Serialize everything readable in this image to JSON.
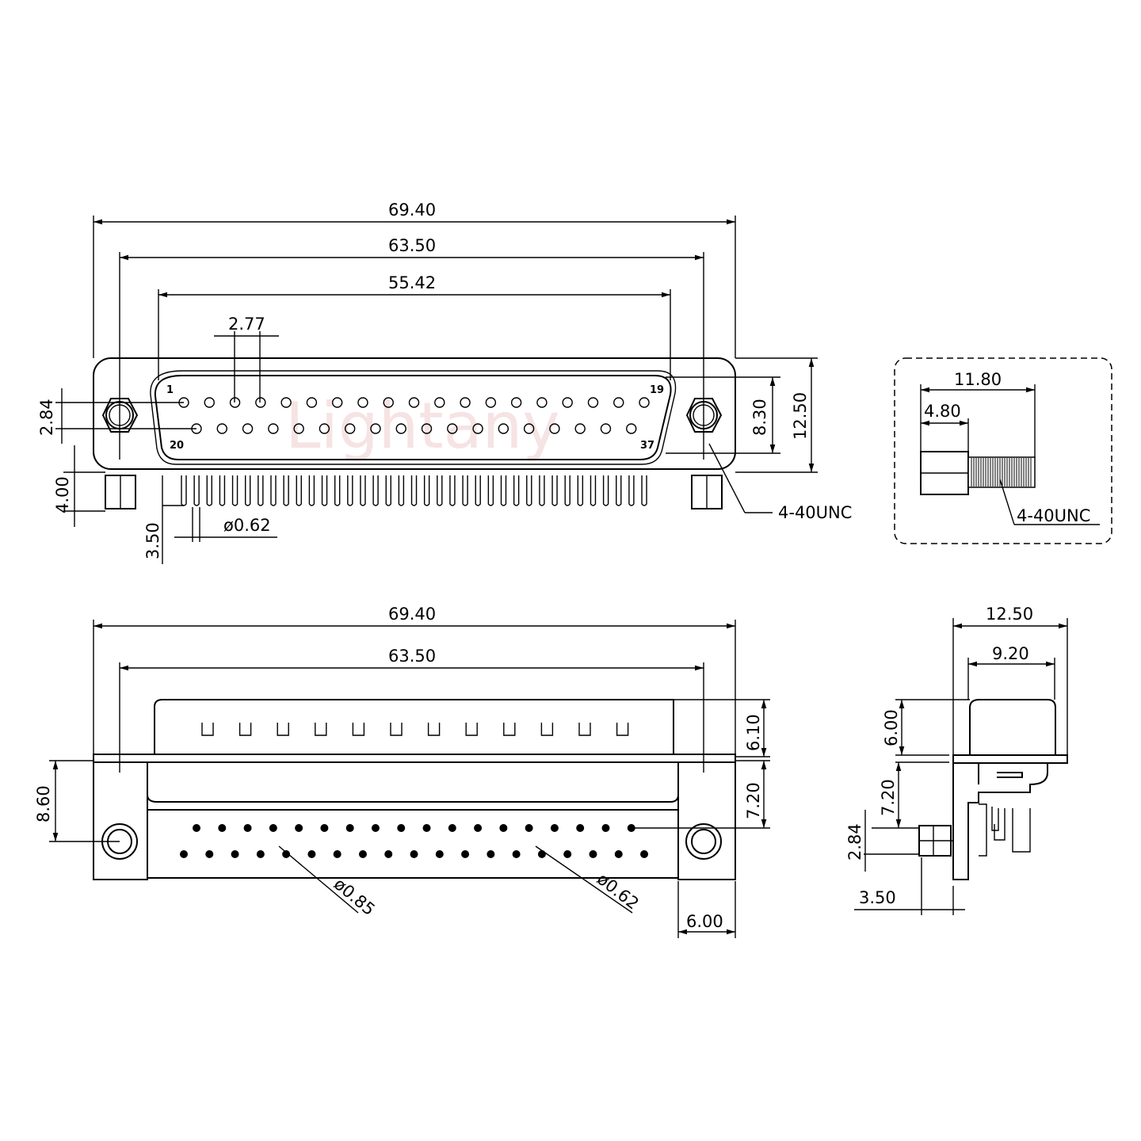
{
  "watermark": "Lightany",
  "front_view": {
    "overall_width": "69.40",
    "mount_pitch": "63.50",
    "shell_width": "55.42",
    "pin_pitch": "2.77",
    "row_spacing": "2.84",
    "shell_height": "8.30",
    "flange_height": "12.50",
    "boardlock_height": "4.00",
    "tail_length": "3.50",
    "tail_diameter": "ø0.62",
    "thread": "4-40UNC",
    "pin_labels": [
      "1",
      "19",
      "20",
      "37"
    ],
    "top_row_pins": 19,
    "bottom_row_pins": 18
  },
  "detail": {
    "total_length": "11.80",
    "hex_length": "4.80",
    "thread": "4-40UNC"
  },
  "bottom_view": {
    "overall_width": "69.40",
    "mount_pitch": "63.50",
    "shell_depth": "6.10",
    "body_depth": "7.20",
    "mount_offset": "8.60",
    "bracket_width": "6.00",
    "hole_large": "ø0.85",
    "hole_small": "ø0.62"
  },
  "side_view": {
    "width": "12.50",
    "shell_width": "9.20",
    "shell_depth": "6.00",
    "body_depth": "7.20",
    "row_spacing": "2.84",
    "tail_offset": "3.50"
  }
}
